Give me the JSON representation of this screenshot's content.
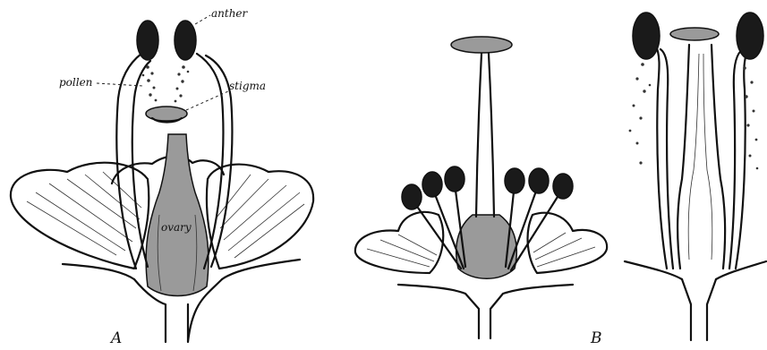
{
  "labels": {
    "anther": "anther",
    "pollen": "pollen",
    "stigma": "stigma",
    "ovary": "ovary"
  },
  "panels": {
    "a": "A",
    "b": "B"
  }
}
